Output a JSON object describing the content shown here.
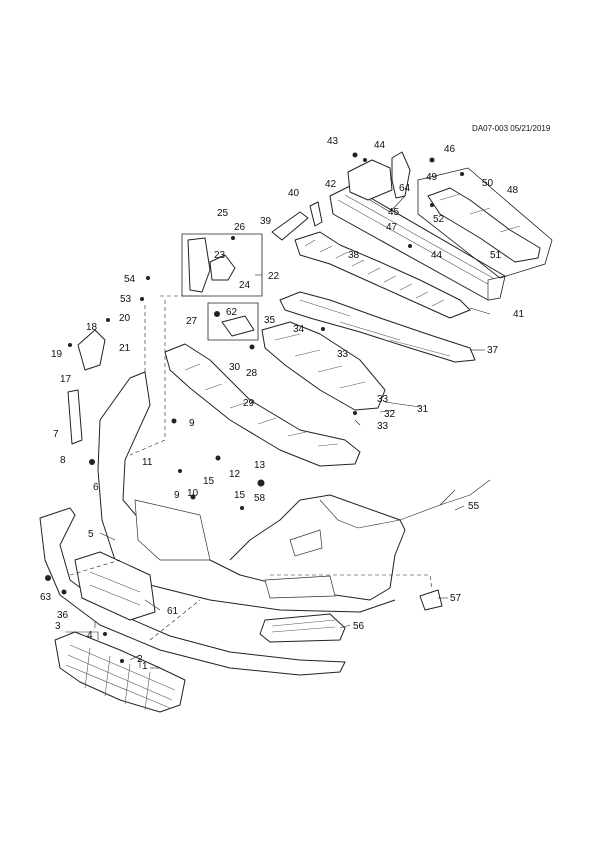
{
  "header": {
    "reference": "DA07-003 05/21/2019"
  },
  "callouts": [
    "1",
    "2",
    "3",
    "4",
    "5",
    "6",
    "7",
    "8",
    "9",
    "10",
    "11",
    "12",
    "13",
    "15",
    "17",
    "18",
    "19",
    "20",
    "21",
    "22",
    "23",
    "24",
    "25",
    "26",
    "27",
    "28",
    "29",
    "30",
    "31",
    "32",
    "33",
    "34",
    "35",
    "36",
    "37",
    "38",
    "39",
    "40",
    "41",
    "42",
    "43",
    "44",
    "45",
    "46",
    "47",
    "48",
    "49",
    "50",
    "51",
    "52",
    "53",
    "54",
    "55",
    "56",
    "57",
    "58",
    "61",
    "62",
    "63",
    "64"
  ],
  "extra_labels": {
    "9b": "9",
    "15b": "15",
    "33b": "33",
    "33c": "33",
    "44b": "44"
  },
  "colors": {
    "ink": "#222222",
    "paper": "#ffffff"
  }
}
